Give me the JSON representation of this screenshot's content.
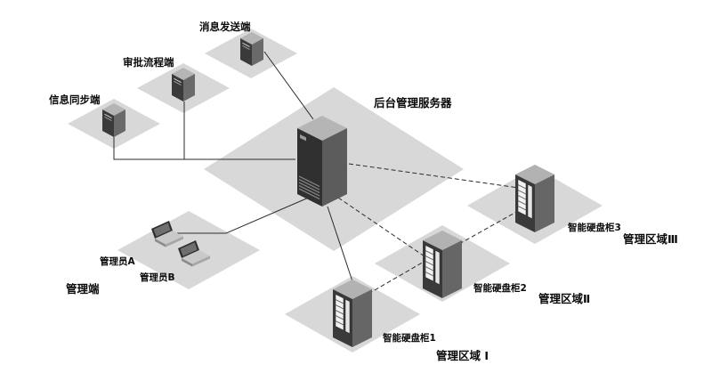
{
  "diagram": {
    "nodes": {
      "message_sender": {
        "label": "消息发送端",
        "type": "tower-client"
      },
      "approval_flow": {
        "label": "审批流程端",
        "type": "tower-client"
      },
      "info_sync": {
        "label": "信息同步端",
        "type": "tower-client"
      },
      "backend_server": {
        "label": "后台管理服务器",
        "type": "server-tower"
      },
      "admin_a": {
        "label": "管理员A",
        "type": "laptop"
      },
      "admin_b": {
        "label": "管理员B",
        "type": "laptop"
      },
      "cabinet1": {
        "label": "智能硬盘柜1",
        "type": "disk-cabinet"
      },
      "cabinet2": {
        "label": "智能硬盘柜2",
        "type": "disk-cabinet"
      },
      "cabinet3": {
        "label": "智能硬盘柜3",
        "type": "disk-cabinet"
      }
    },
    "zones": {
      "management": {
        "label": "管理端"
      },
      "zone1": {
        "label": "管理区域 Ⅰ"
      },
      "zone2": {
        "label": "管理区域Ⅱ"
      },
      "zone3": {
        "label": "管理区域Ⅲ"
      }
    },
    "edges": [
      {
        "from": "info_sync",
        "to": "backend_server",
        "style": "solid"
      },
      {
        "from": "approval_flow",
        "to": "backend_server",
        "style": "solid"
      },
      {
        "from": "message_sender",
        "to": "backend_server",
        "style": "solid"
      },
      {
        "from": "admin_a",
        "to": "backend_server",
        "style": "solid"
      },
      {
        "from": "admin_b",
        "to": "backend_server",
        "style": "solid"
      },
      {
        "from": "backend_server",
        "to": "cabinet1",
        "style": "solid"
      },
      {
        "from": "backend_server",
        "to": "cabinet2",
        "style": "dashed"
      },
      {
        "from": "backend_server",
        "to": "cabinet3",
        "style": "dashed"
      },
      {
        "from": "cabinet1",
        "to": "cabinet2",
        "style": "dashed"
      },
      {
        "from": "cabinet2",
        "to": "cabinet3",
        "style": "dashed"
      }
    ],
    "colors": {
      "background": "#ffffff",
      "platform": "#d8d8d8",
      "line": "#2b2b2b",
      "device_front": "#3a3a3a",
      "device_side": "#6a6a6a",
      "device_top": "#b5b5b5",
      "drive_bay": "#f2f2f2",
      "label_text": "#0a0a0a"
    }
  }
}
